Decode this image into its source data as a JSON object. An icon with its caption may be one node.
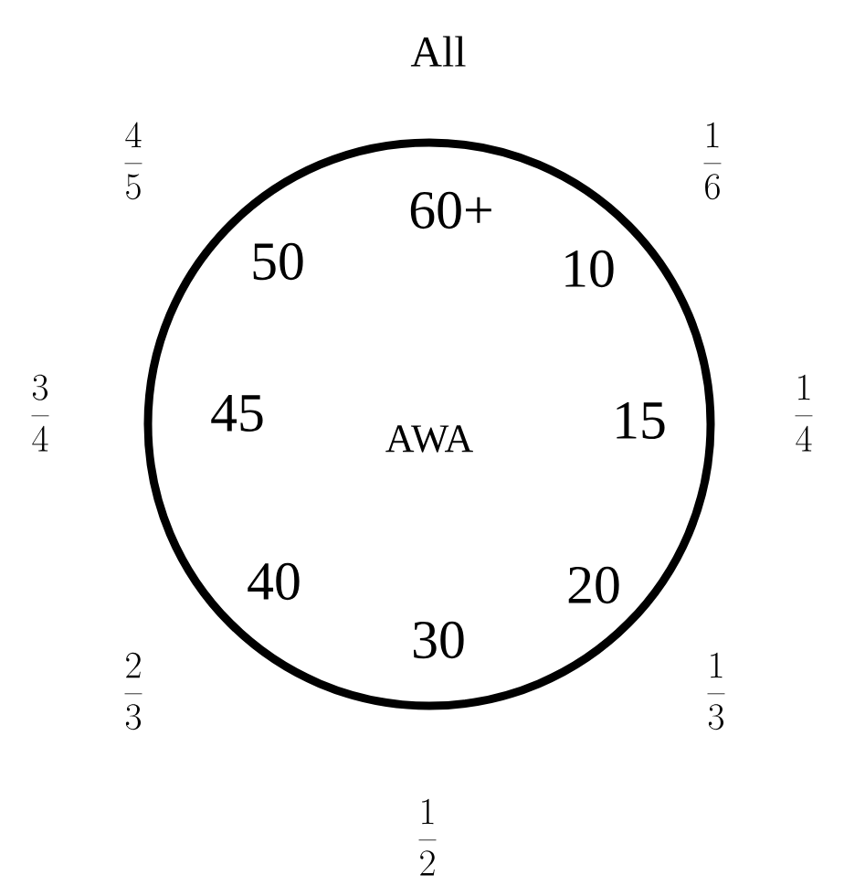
{
  "diagram": {
    "title": "All",
    "nodes": [
      {
        "text": [
          "AWA"
        ]
      }
    ],
    "labels": [
      "\\frac{4}{5}",
      "\\frac{1}{6}",
      "60+",
      "50",
      "10",
      "\\frac{3}{4}",
      "45",
      "15",
      "\\frac{1}{4}",
      "40",
      "20",
      "30",
      "\\frac{2}{3}",
      "\\frac{1}{3}",
      "\\frac{1}{2}"
    ]
  }
}
